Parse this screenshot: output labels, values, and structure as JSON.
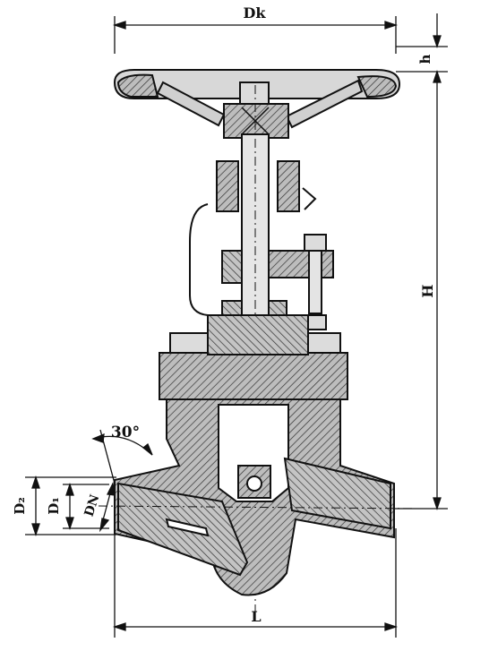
{
  "figure": {
    "labels": {
      "dk": "Dk",
      "h_small": "h",
      "h_big": "H",
      "angle": "30°",
      "d2": "D₂",
      "d1": "D₁",
      "dn": "DN",
      "l": "L"
    },
    "colors": {
      "line": "#111111",
      "hatch": "#333333",
      "body_fill": "#9a9a9a",
      "background": "#ffffff"
    }
  }
}
